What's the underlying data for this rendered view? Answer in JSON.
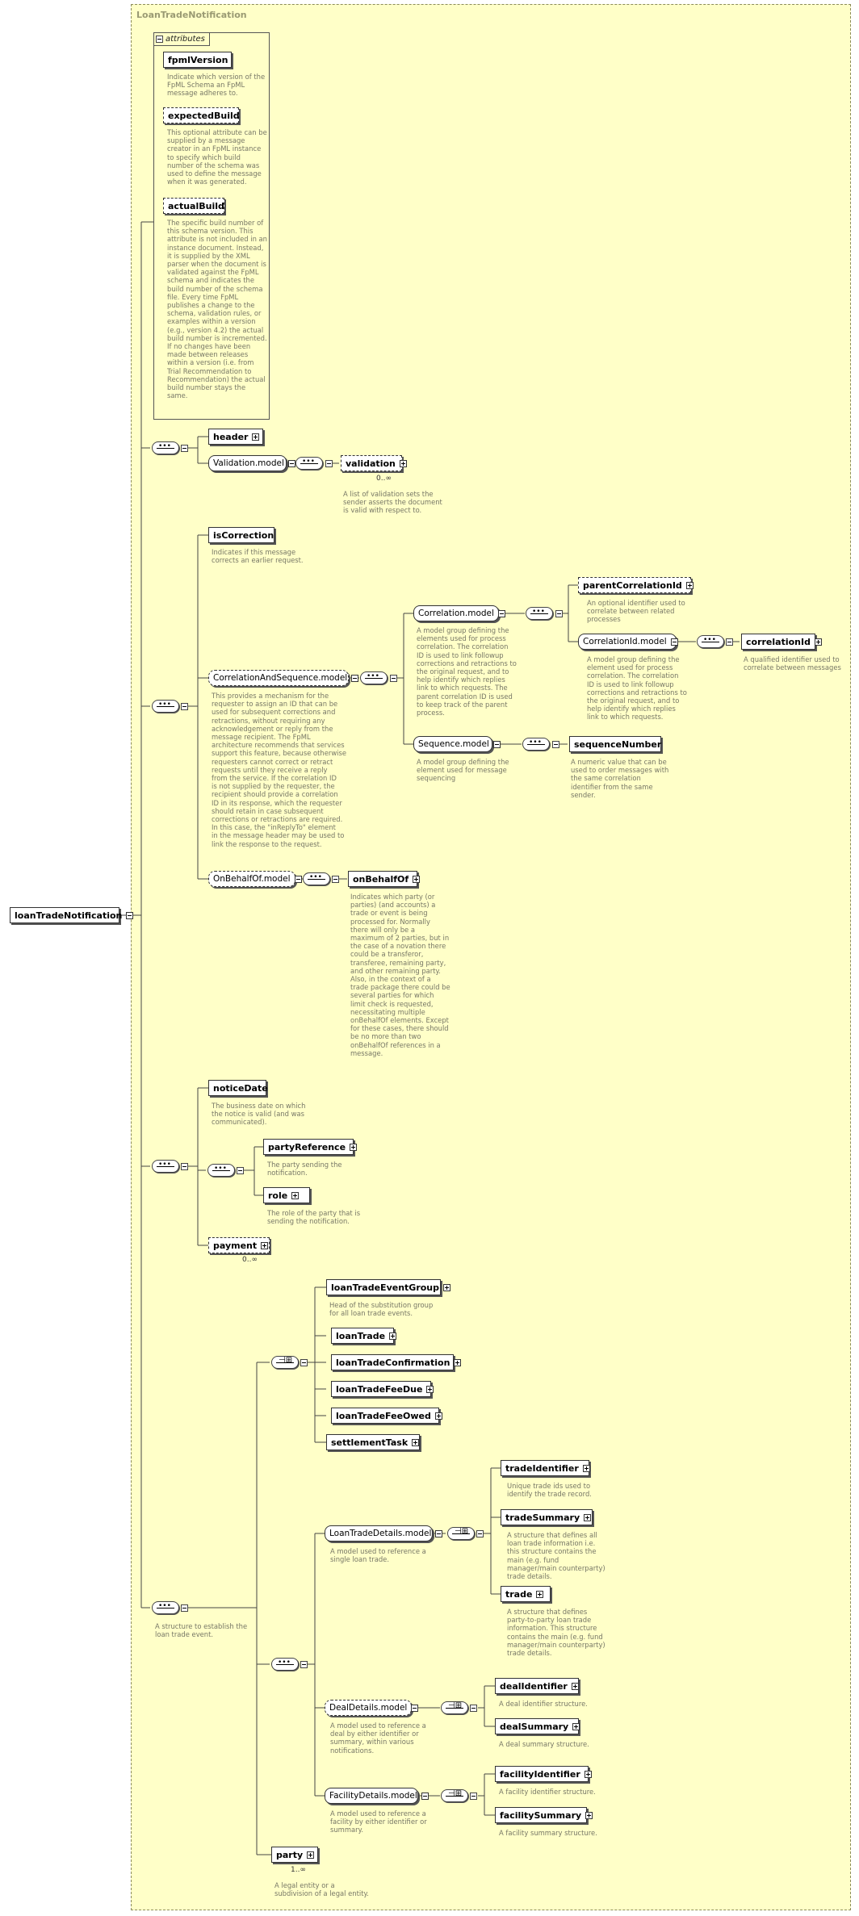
{
  "frame": {
    "title": "LoanTradeNotification"
  },
  "root": {
    "label": "loanTradeNotification"
  },
  "attributes": {
    "tab_label": "attributes",
    "fpml_version": {
      "label": "fpmlVersion",
      "desc": "Indicate which version of the\nFpML Schema an FpML\nmessage adheres to."
    },
    "expected_build": {
      "label": "expectedBuild",
      "desc": "This optional attribute can be\nsupplied by a message\ncreator in an FpML instance\nto specify which build\nnumber of the schema was\nused to define the message\nwhen it was generated."
    },
    "actual_build": {
      "label": "actualBuild",
      "desc": "The specific build number of\nthis schema version. This\nattribute is not included in an\ninstance document. Instead,\nit is supplied by the XML\nparser when the document is\nvalidated against the FpML\nschema and indicates the\nbuild number of the schema\nfile. Every time FpML\npublishes a change to the\nschema, validation rules, or\nexamples within a version\n(e.g., version 4.2) the actual\nbuild number is incremented.\nIf no changes have been\nmade between releases\nwithin a version (i.e. from\nTrial Recommendation to\nRecommendation) the actual\nbuild number stays the\nsame."
    }
  },
  "header": {
    "label": "header"
  },
  "validation_model": {
    "label": "Validation.model"
  },
  "validation": {
    "label": "validation",
    "card": "0..∞",
    "desc": "A list of validation sets the\nsender asserts the document\nis valid with respect to."
  },
  "is_correction": {
    "label": "isCorrection",
    "desc": "Indicates if this message\ncorrects an earlier request."
  },
  "correlation_and_sequence": {
    "label": "CorrelationAndSequence.model",
    "desc": "This provides a mechanism for the\nrequester to assign an ID that can be\nused for subsequent corrections and\nretractions, without requiring any\nacknowledgement or reply from the\nmessage recipient. The FpML\narchitecture recommends that services\nsupport this feature, because otherwise\nrequesters cannot correct or retract\nrequests until they receive a reply\nfrom the service. If the correlation ID\nis not supplied by the requester, the\nrecipient should provide a correlation\nID in its response, which the requester\nshould retain in case subsequent\ncorrections or retractions are required.\nIn this case, the \"inReplyTo\" element\nin the message header may be used to\nlink the response to the request."
  },
  "correlation_model": {
    "label": "Correlation.model",
    "desc": "A model group defining the\nelements used for process\ncorrelation. The correlation\nID is used to link followup\ncorrections and retractions to\nthe original request, and to\nhelp identify which replies\nlink to which requests. The\nparent correlation ID is used\nto keep track of the parent\nprocess."
  },
  "parent_correlation_id": {
    "label": "parentCorrelationId",
    "desc": "An optional identifier used to\ncorrelate between related\nprocesses"
  },
  "correlation_id_model": {
    "label": "CorrelationId.model",
    "desc": "A model group defining the\nelement used for process\ncorrelation. The correlation\nID is used to link followup\ncorrections and retractions to\nthe original request, and to\nhelp identify which replies\nlink to which requests."
  },
  "correlation_id": {
    "label": "correlationId",
    "desc": "A qualified identifier used to\ncorrelate between messages"
  },
  "sequence_model": {
    "label": "Sequence.model",
    "desc": "A model group defining the\nelement used for message\nsequencing"
  },
  "sequence_number": {
    "label": "sequenceNumber",
    "desc": "A numeric value that can be\nused to order messages with\nthe same correlation\nidentifier from the same\nsender."
  },
  "on_behalf_of_model": {
    "label": "OnBehalfOf.model"
  },
  "on_behalf_of": {
    "label": "onBehalfOf",
    "desc": "Indicates which party (or\nparties) (and accounts) a\ntrade or event is being\nprocessed for. Normally\nthere will only be a\nmaximum of 2 parties, but in\nthe case of a novation there\ncould be a transferor,\ntransferee, remaining party,\nand other remaining party.\nAlso, in the context of a\ntrade package there could be\nseveral parties for which\nlimit check is requested,\nnecessitating multiple\nonBehalfOf elements. Except\nfor these cases, there should\nbe no more than two\nonBehalfOf references in a\nmessage."
  },
  "notice_date": {
    "label": "noticeDate",
    "desc": "The business date on which\nthe notice is valid (and was\ncommunicated)."
  },
  "party_reference": {
    "label": "partyReference",
    "desc": "The party sending the\nnotification."
  },
  "role": {
    "label": "role",
    "desc": "The role of the party that is\nsending the notification."
  },
  "payment": {
    "label": "payment",
    "card": "0..∞"
  },
  "main_seq": {
    "desc": "A structure to establish the\nloan trade event."
  },
  "loan_trade_event_group": {
    "label": "loanTradeEventGroup",
    "desc": "Head of the substitution group\nfor all loan trade events."
  },
  "loan_trade": {
    "label": "loanTrade"
  },
  "loan_trade_confirmation": {
    "label": "loanTradeConfirmation"
  },
  "loan_trade_fee_due": {
    "label": "loanTradeFeeDue"
  },
  "loan_trade_fee_owed": {
    "label": "loanTradeFeeOwed"
  },
  "settlement_task": {
    "label": "settlementTask"
  },
  "loan_trade_details_model": {
    "label": "LoanTradeDetails.model",
    "desc": "A model used to reference a\nsingle loan trade."
  },
  "trade_identifier": {
    "label": "tradeIdentifier",
    "desc": "Unique trade ids used to\nidentify the trade record."
  },
  "trade_summary": {
    "label": "tradeSummary",
    "desc": "A structure that defines all\nloan trade information i.e.\nthis structure contains the\nmain (e.g. fund\nmanager/main counterparty)\ntrade details."
  },
  "trade": {
    "label": "trade",
    "desc": "A structure that defines\nparty-to-party loan trade\ninformation. This structure\ncontains the main (e.g. fund\nmanager/main counterparty)\ntrade details."
  },
  "deal_details_model": {
    "label": "DealDetails.model",
    "desc": "A model used to reference a\ndeal by either identifier or\nsummary, within various\nnotifications."
  },
  "deal_identifier": {
    "label": "dealIdentifier",
    "desc": "A deal identifier structure."
  },
  "deal_summary": {
    "label": "dealSummary",
    "desc": "A deal summary structure."
  },
  "facility_details_model": {
    "label": "FacilityDetails.model",
    "desc": "A model used to reference a\nfacility by either identifier or\nsummary."
  },
  "facility_identifier": {
    "label": "facilityIdentifier",
    "desc": "A facility identifier structure."
  },
  "facility_summary": {
    "label": "facilitySummary",
    "desc": "A facility summary structure."
  },
  "party": {
    "label": "party",
    "card": "1..∞",
    "desc": "A legal entity or a\nsubdivision of a legal entity."
  }
}
